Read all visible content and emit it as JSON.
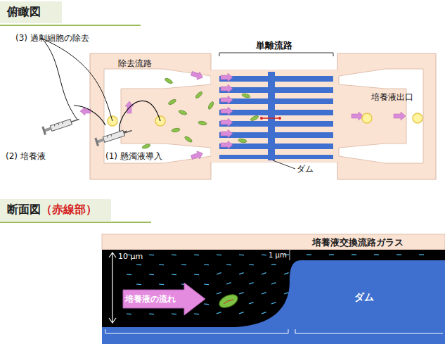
{
  "diagram": {
    "nodes": [
      {
        "text": [
          "俯瞰図"
        ]
      },
      {
        "text": [
          "断面図",
          "（赤線部）"
        ]
      },
      {
        "text": [
          "培養液交換流路ガラス"
        ]
      },
      {
        "text": [
          "ダム"
        ]
      },
      {
        "text": [
          "培養液の流れ"
        ]
      }
    ],
    "edges": [],
    "labels": [
      "(3) 過剰細胞の除去",
      "除去流路",
      "単離流路",
      "培養液出口",
      "(2) 培養液",
      "(1) 懸濁液導入",
      "ダム",
      "10 µm",
      "1 µm"
    ]
  }
}
